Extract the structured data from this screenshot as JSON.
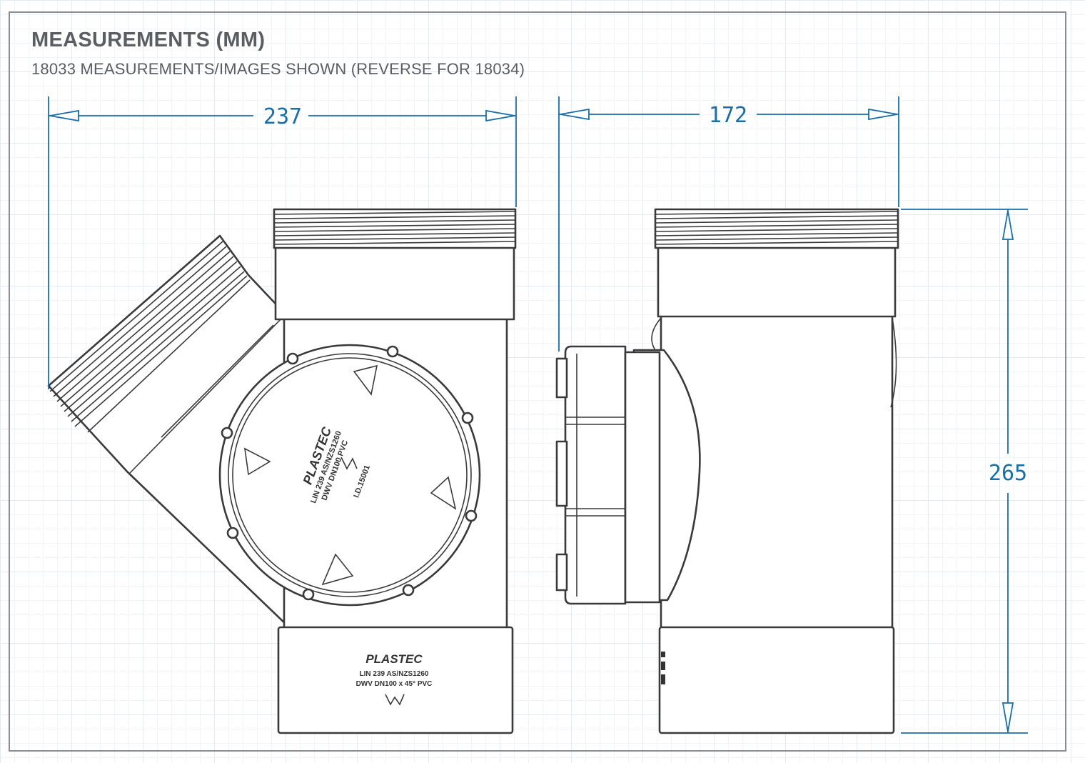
{
  "header": {
    "title": "MEASUREMENTS (MM)",
    "subtitle": "18033 MEASUREMENTS/IMAGES SHOWN (REVERSE FOR 18034)"
  },
  "dimensions": {
    "front_width": "237",
    "side_width": "172",
    "height": "265"
  },
  "cap_markings": {
    "brand": "PLASTEC",
    "line1": "LIN 239  AS/NZS1260",
    "line2": "DWV DN100  PVC",
    "code": "I.D.15001"
  },
  "body_markings": {
    "brand": "PLASTEC",
    "line1": "LIN 239    AS/NZS1260",
    "line2": "DWV DN100 x 45° PVC"
  },
  "colors": {
    "dimension": "#1a6ea8",
    "outline": "#3a3a3a",
    "text": "#5a5e63"
  }
}
